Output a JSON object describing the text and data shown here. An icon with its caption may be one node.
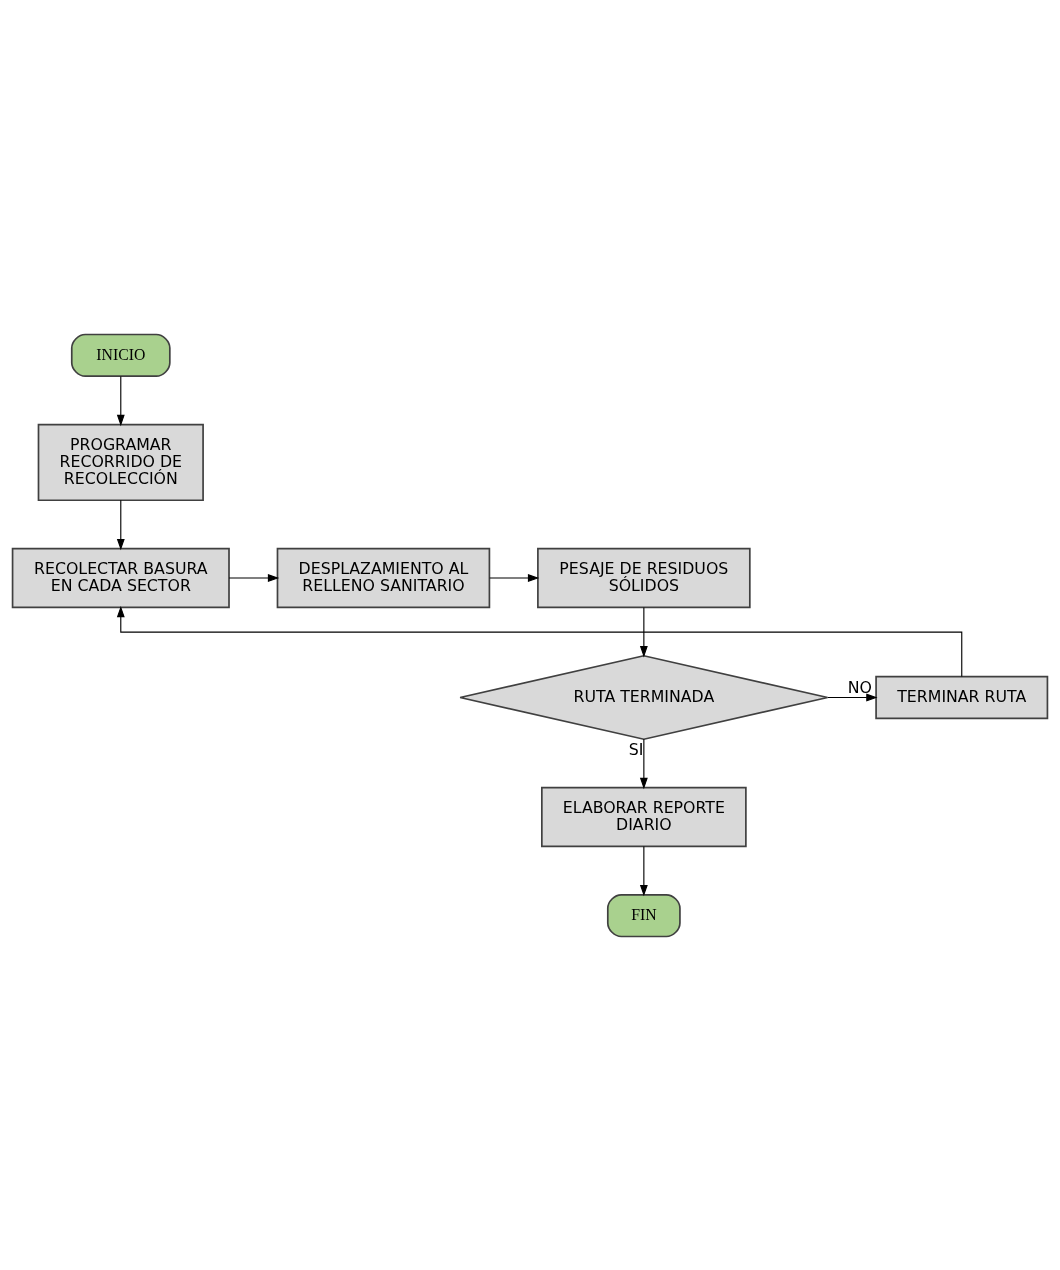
{
  "diagram": {
    "nodes": [
      {
        "text": [
          "INICIO"
        ]
      },
      {
        "text": [
          "PROGRAMAR RECORRIDO DE RECOLECCIÓN"
        ]
      },
      {
        "text": [
          "RECOLECTAR BASURA EN CADA SECTOR"
        ]
      },
      {
        "text": [
          "DESPLAZAMIENTO AL RELLENO SANITARIO"
        ]
      },
      {
        "text": [
          "PESAJE DE RESIDUOS SÓLIDOS"
        ]
      },
      {
        "text": [
          "RUTA TERMINADA"
        ]
      },
      {
        "text": [
          "TERMINAR RUTA"
        ]
      },
      {
        "text": [
          "ELABORAR REPORTE DIARIO"
        ]
      },
      {
        "text": [
          "FIN"
        ]
      }
    ],
    "edges": [
      {
        "from": 0,
        "to": 1,
        "arrow": "to"
      },
      {
        "from": 1,
        "to": 2,
        "arrow": "to"
      },
      {
        "from": 2,
        "to": 3,
        "arrow": "to"
      },
      {
        "from": 3,
        "to": 4,
        "arrow": "to"
      },
      {
        "from": 4,
        "to": 5,
        "arrow": "to"
      },
      {
        "from": 5,
        "to": 6,
        "arrow": "to",
        "label": "NO"
      },
      {
        "from": 6,
        "to": 2,
        "arrow": "to"
      },
      {
        "from": 5,
        "to": 7,
        "arrow": "to",
        "label": "SI"
      },
      {
        "from": 7,
        "to": 8,
        "arrow": "to"
      }
    ]
  }
}
